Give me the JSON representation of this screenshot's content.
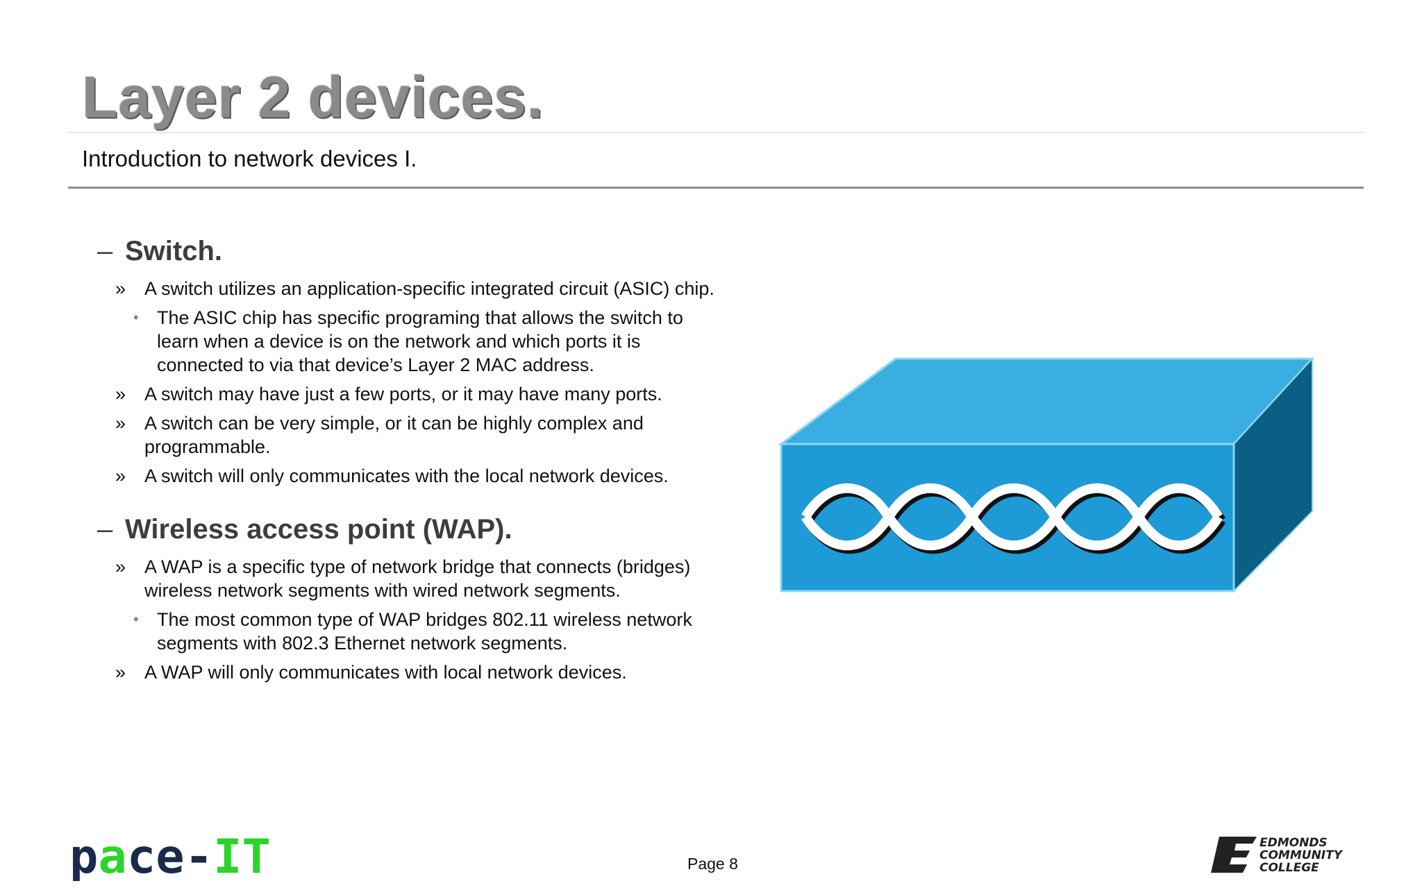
{
  "slide": {
    "title": "Layer 2 devices.",
    "subtitle": "Introduction to network devices I.",
    "page_label": "Page 8"
  },
  "markers": {
    "dash": "–",
    "chevron": "»",
    "bullet": "•"
  },
  "sections": {
    "switch": {
      "heading": "Switch.",
      "items": [
        "A switch utilizes an application-specific integrated circuit (ASIC) chip.",
        "The ASIC chip has specific programing that allows the switch to learn when a device is on the network and which ports it is connected to via that device’s Layer 2 MAC address.",
        "A switch may have just a few ports, or it may have many ports.",
        "A switch can be very simple, or it can be highly complex and programmable.",
        "A switch will only communicates with the local network devices."
      ]
    },
    "wap": {
      "heading": "Wireless access point (WAP).",
      "items": [
        "A WAP is a specific type of network bridge that connects (bridges) wireless network segments with wired network segments.",
        "The most common type of WAP bridges 802.11 wireless network segments with 802.3 Ethernet network segments.",
        "A WAP will only communicates with local network devices."
      ]
    }
  },
  "logos": {
    "pace_it": "pace-IT",
    "college": [
      "EDMONDS",
      "COMMUNITY",
      "COLLEGE"
    ]
  },
  "colors": {
    "switch_top": "#3aaee0",
    "switch_front": "#1e9ad6",
    "switch_side": "#0b5f84",
    "pace_green": "#2bd42b",
    "pace_navy": "#1a2b4a"
  },
  "icons": {
    "device": "network-switch-icon"
  }
}
